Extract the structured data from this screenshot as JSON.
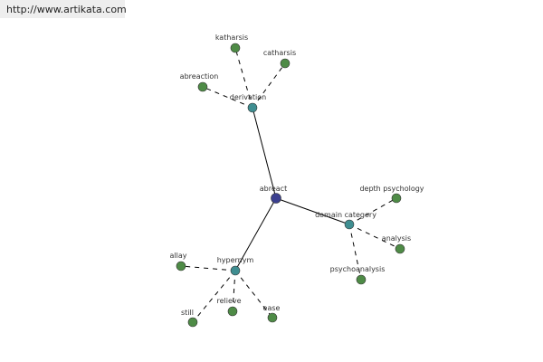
{
  "source": {
    "url_text": "http://www.artikata.com"
  },
  "colors": {
    "center_node": "#3b3f8f",
    "category_node": "#3f8e91",
    "leaf_node": "#4e8b46",
    "edge": "#000000"
  },
  "graph": {
    "center": {
      "id": "abreact",
      "label": "abreact"
    },
    "categories": [
      {
        "id": "derivation",
        "label": "derivation"
      },
      {
        "id": "domain-category",
        "label": "domain category"
      },
      {
        "id": "hypernym",
        "label": "hypernym"
      }
    ],
    "leaves": [
      {
        "id": "katharsis",
        "label": "katharsis",
        "parent": "derivation"
      },
      {
        "id": "catharsis",
        "label": "catharsis",
        "parent": "derivation"
      },
      {
        "id": "abreaction",
        "label": "abreaction",
        "parent": "derivation"
      },
      {
        "id": "depth-psychology",
        "label": "depth psychology",
        "parent": "domain-category"
      },
      {
        "id": "analysis",
        "label": "analysis",
        "parent": "domain-category"
      },
      {
        "id": "psychoanalysis",
        "label": "psychoanalysis",
        "parent": "domain-category"
      },
      {
        "id": "allay",
        "label": "allay",
        "parent": "hypernym"
      },
      {
        "id": "relieve",
        "label": "relieve",
        "parent": "hypernym"
      },
      {
        "id": "still",
        "label": "still",
        "parent": "hypernym"
      },
      {
        "id": "ease",
        "label": "ease",
        "parent": "hypernym"
      }
    ]
  }
}
